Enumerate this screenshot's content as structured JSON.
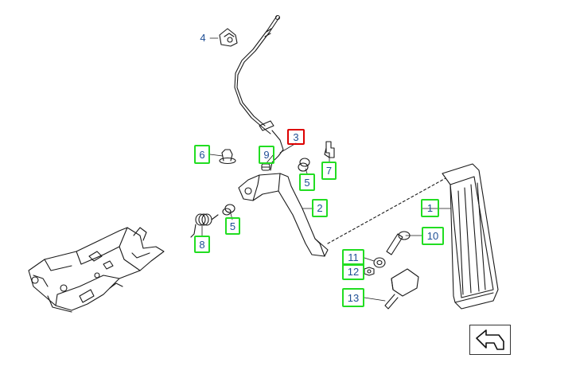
{
  "diagram": {
    "callouts": [
      {
        "id": "1",
        "label": "1",
        "style": "boxed"
      },
      {
        "id": "2",
        "label": "2",
        "style": "boxed"
      },
      {
        "id": "3",
        "label": "3",
        "style": "selected"
      },
      {
        "id": "4",
        "label": "4",
        "style": "plain"
      },
      {
        "id": "5a",
        "label": "5",
        "style": "boxed"
      },
      {
        "id": "5b",
        "label": "5",
        "style": "boxed"
      },
      {
        "id": "6",
        "label": "6",
        "style": "boxed"
      },
      {
        "id": "7",
        "label": "7",
        "style": "boxed"
      },
      {
        "id": "8",
        "label": "8",
        "style": "boxed"
      },
      {
        "id": "9",
        "label": "9",
        "style": "boxed"
      },
      {
        "id": "10",
        "label": "10",
        "style": "boxed"
      },
      {
        "id": "11",
        "label": "11",
        "style": "boxed"
      },
      {
        "id": "12",
        "label": "12",
        "style": "boxed"
      },
      {
        "id": "13",
        "label": "13",
        "style": "boxed"
      }
    ],
    "colors": {
      "callout_border": "#22dd22",
      "selected_border": "#dd0000",
      "callout_text": "#1f4f95",
      "line_art": "#1a1a1a"
    },
    "nav_icon": "back-arrow-icon"
  }
}
